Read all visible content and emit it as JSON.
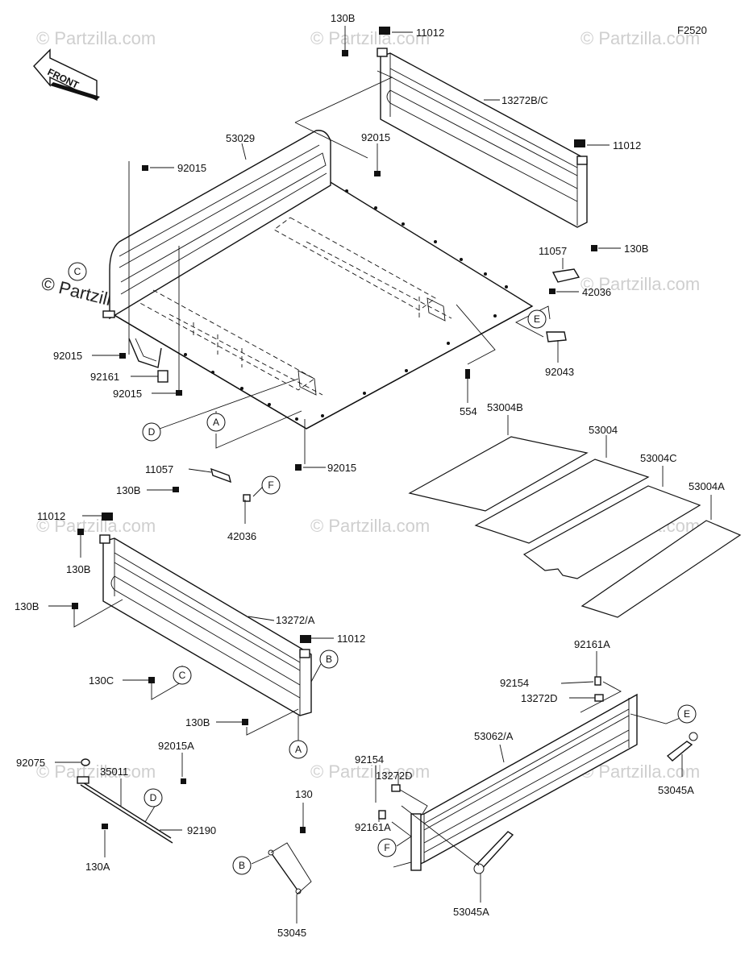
{
  "figure_code": "F2520",
  "front_arrow_text": "FRONT",
  "watermark": "© Partzilla.com",
  "parts": {
    "p130b_top": "130B",
    "p11012_top": "11012",
    "p13272bc": "13272B/C",
    "p11012_right": "11012",
    "p53029": "53029",
    "p92015_ul": "92015",
    "p92015_mid": "92015",
    "p11057_r": "11057",
    "p130b_r": "130B",
    "p42036_r": "42036",
    "p92043": "92043",
    "p554": "554",
    "p53004b": "53004B",
    "p53004": "53004",
    "p53004c": "53004C",
    "p53004a": "53004A",
    "p92015_l1": "92015",
    "p92161": "92161",
    "p92015_l2": "92015",
    "p11057_l": "11057",
    "p130b_l": "130B",
    "p92015_b": "92015",
    "p42036_l": "42036",
    "p11012_l": "11012",
    "p130b_l2": "130B",
    "p130b_l3": "130B",
    "p130c": "130C",
    "p13272a": "13272/A",
    "p11012_l2": "11012",
    "p130b_l4": "130B",
    "p92161a_r": "92161A",
    "p92154_r": "92154",
    "p13272d_r": "13272D",
    "p53062a": "53062/A",
    "p92154_l": "92154",
    "p13272d_l": "13272D",
    "p92161a_l": "92161A",
    "p53045a_r": "53045A",
    "p53045a_l": "53045A",
    "p92075": "92075",
    "p35011": "35011",
    "p92015a": "92015A",
    "p92190": "92190",
    "p130a": "130A",
    "p130": "130",
    "p53045": "53045"
  },
  "callouts": {
    "A": "A",
    "B": "B",
    "C": "C",
    "D": "D",
    "E": "E",
    "F": "F"
  }
}
